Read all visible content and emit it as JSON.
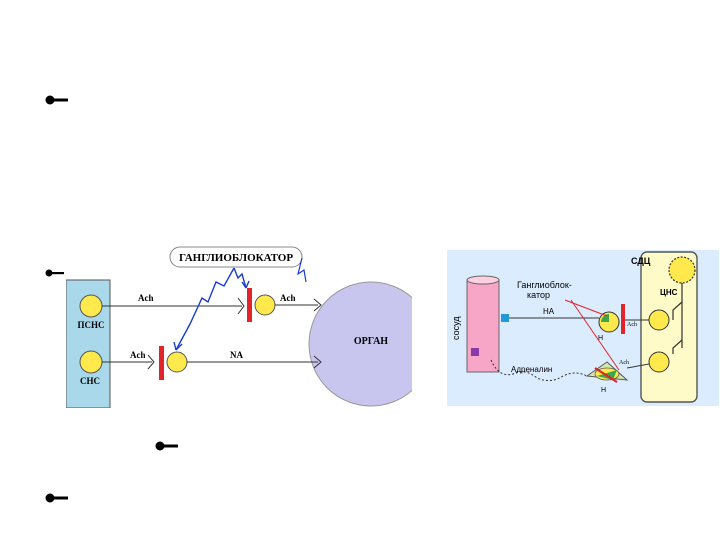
{
  "bullets": [
    {
      "icon": "bullet-icon"
    },
    {
      "icon": "bullet-icon"
    },
    {
      "icon": "bullet-icon"
    },
    {
      "icon": "bullet-icon"
    }
  ],
  "left_diagram": {
    "banner": "ГАНГЛИОБЛОКАТОР",
    "psns_label": "ПСНС",
    "sns_label": "СНС",
    "organ_label": "ОРГАН",
    "ach_top_pre": "Ach",
    "ach_top_post": "Ach",
    "ach_bottom_pre": "Ach",
    "na_label": "NA"
  },
  "right_diagram": {
    "sdc_label": "СДЦ",
    "cns_label": "ЦНС",
    "vessel_label": "сосуд",
    "blocker_label_1": "Ганглиоблок-",
    "blocker_label_2": "катор",
    "na_label": "НА",
    "adrenaline_label": "Адреналин",
    "ach_top": "Ach",
    "ach_bottom": "Ach",
    "n_top": "Н",
    "n_bottom": "Н"
  },
  "colors": {
    "ganglion_fill": "#ffe94d",
    "block_red": "#e0242a",
    "organ_fill": "#c8c6ee",
    "column_fill": "#a9d8ea",
    "vessel_fill": "#f7a6c8",
    "cns_fill": "#fffbc8",
    "blue_arrow": "#1a3ccf"
  }
}
